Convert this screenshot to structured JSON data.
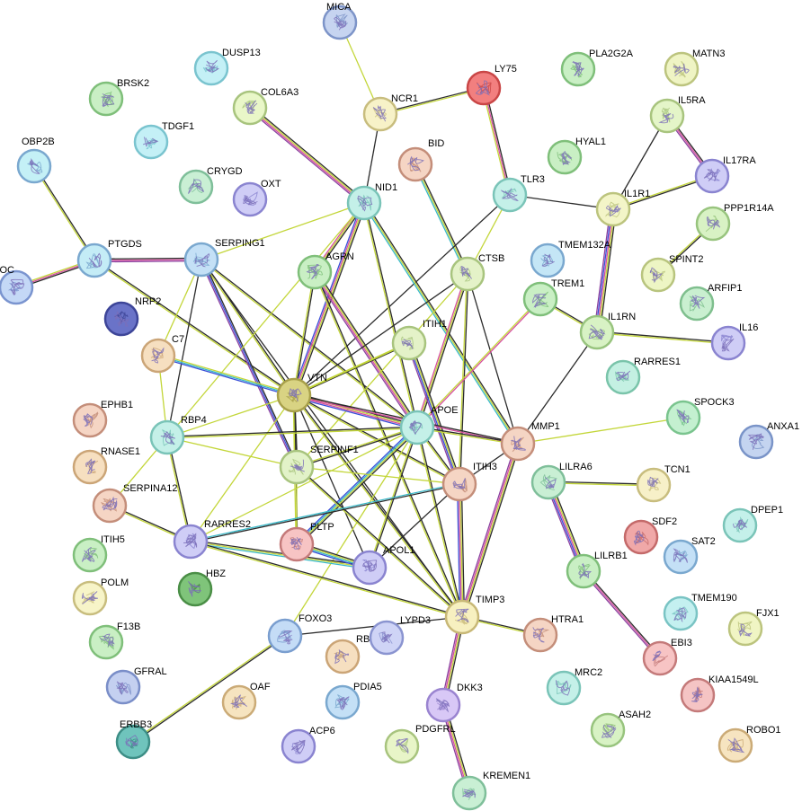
{
  "edge_colors": {
    "black": "#2b2b2b",
    "yellow": "#c3d639",
    "pink": "#d6509e",
    "blue": "#3a4fd8",
    "cyan": "#38b8c8",
    "purple": "#8a3f9e"
  },
  "nodes": [
    {
      "id": "MICA",
      "fill": "#c6d4f0",
      "ring": "#7d94c8"
    },
    {
      "id": "DUSP13",
      "fill": "#c4f0f6",
      "ring": "#7ac4cf"
    },
    {
      "id": "BRSK2",
      "fill": "#c9efc4",
      "ring": "#7fbf7a"
    },
    {
      "id": "COL6A3",
      "fill": "#e9f7c8",
      "ring": "#a8c47e"
    },
    {
      "id": "LY75",
      "fill": "#f27f7f",
      "ring": "#c94646"
    },
    {
      "id": "PLA2G2A",
      "fill": "#c9efc4",
      "ring": "#7fbf7a"
    },
    {
      "id": "MATN3",
      "fill": "#eff4c4",
      "ring": "#bcc47e"
    },
    {
      "id": "NCR1",
      "fill": "#f7f2c8",
      "ring": "#c8bd7e"
    },
    {
      "id": "TDGF1",
      "fill": "#c4f0f6",
      "ring": "#7ac4cf"
    },
    {
      "id": "IL5RA",
      "fill": "#e4f5c8",
      "ring": "#a8c47e"
    },
    {
      "id": "OBP2B",
      "fill": "#c4f0f6",
      "ring": "#7aa8cf"
    },
    {
      "id": "BID",
      "fill": "#f5d5c4",
      "ring": "#c48e7a"
    },
    {
      "id": "HYAL1",
      "fill": "#c9efc4",
      "ring": "#7fbf7a"
    },
    {
      "id": "IL17RA",
      "fill": "#cfcdf6",
      "ring": "#8a84d0"
    },
    {
      "id": "CRYGD",
      "fill": "#c9efd4",
      "ring": "#7fbf9a"
    },
    {
      "id": "OXT",
      "fill": "#cfcdf6",
      "ring": "#8a84d0"
    },
    {
      "id": "NID1",
      "fill": "#c4f0e8",
      "ring": "#7ac4b8"
    },
    {
      "id": "TLR3",
      "fill": "#c4f0e8",
      "ring": "#7ac4b8"
    },
    {
      "id": "IL1R1",
      "fill": "#f3f5c8",
      "ring": "#bcc47e"
    },
    {
      "id": "PPP1R14A",
      "fill": "#d8f2c4",
      "ring": "#98c47e"
    },
    {
      "id": "PTGDS",
      "fill": "#c4ecf6",
      "ring": "#7aa8cf"
    },
    {
      "id": "SERPING1",
      "fill": "#c4e0f6",
      "ring": "#7aa8cf"
    },
    {
      "id": "TMEM132A",
      "fill": "#c4e6f6",
      "ring": "#7aa8cf"
    },
    {
      "id": "SPINT2",
      "fill": "#edf5c4",
      "ring": "#b8c47e"
    },
    {
      "id": "AGRN",
      "fill": "#c9efc4",
      "ring": "#7fbf7a"
    },
    {
      "id": "CTSB",
      "fill": "#e4f2c8",
      "ring": "#a8c47e"
    },
    {
      "id": "MYOC",
      "fill": "#c4d8f6",
      "ring": "#7a94cf"
    },
    {
      "id": "ARFIP1",
      "fill": "#c9efd0",
      "ring": "#7fbf8e"
    },
    {
      "id": "TREM1",
      "fill": "#c9efc4",
      "ring": "#7fbf7a"
    },
    {
      "id": "NRP2",
      "fill": "#6a73c8",
      "ring": "#3d4598"
    },
    {
      "id": "IL1RN",
      "fill": "#d8f2c4",
      "ring": "#98c47e"
    },
    {
      "id": "ITIH1",
      "fill": "#e4f2c8",
      "ring": "#a8c47e"
    },
    {
      "id": "IL16",
      "fill": "#cfcdf6",
      "ring": "#8a84d0"
    },
    {
      "id": "C7",
      "fill": "#f6dfc0",
      "ring": "#cba577"
    },
    {
      "id": "RARRES1",
      "fill": "#c4f0e2",
      "ring": "#7ac4aa"
    },
    {
      "id": "VTN",
      "fill": "#d9d383",
      "ring": "#a8a04a"
    },
    {
      "id": "EPHB1",
      "fill": "#f5d5c4",
      "ring": "#c48e7a"
    },
    {
      "id": "SPOCK3",
      "fill": "#c4f0d0",
      "ring": "#7ac48e"
    },
    {
      "id": "APOE",
      "fill": "#c4f0e8",
      "ring": "#7ac4b8"
    },
    {
      "id": "RBP4",
      "fill": "#c4f0e8",
      "ring": "#7ac4b8"
    },
    {
      "id": "MMP1",
      "fill": "#f5d5c4",
      "ring": "#c48e7a"
    },
    {
      "id": "ANXA1",
      "fill": "#c4d4f0",
      "ring": "#7a94c8"
    },
    {
      "id": "RNASE1",
      "fill": "#f6dfc0",
      "ring": "#cba577"
    },
    {
      "id": "SERPINF1",
      "fill": "#e2f2c8",
      "ring": "#a8c47e"
    },
    {
      "id": "TCN1",
      "fill": "#f7f0c8",
      "ring": "#c8bd7e"
    },
    {
      "id": "LILRA6",
      "fill": "#c9efd4",
      "ring": "#7fbf9a"
    },
    {
      "id": "ITIH3",
      "fill": "#f5d5c4",
      "ring": "#c48e7a"
    },
    {
      "id": "SERPINA12",
      "fill": "#f5d5c4",
      "ring": "#c48e7a"
    },
    {
      "id": "DPEP1",
      "fill": "#c4f0ea",
      "ring": "#7ac4b8"
    },
    {
      "id": "SDF2",
      "fill": "#f0a8a8",
      "ring": "#c46a6a"
    },
    {
      "id": "ITIH5",
      "fill": "#c9efc4",
      "ring": "#7fbf7a"
    },
    {
      "id": "RARRES2",
      "fill": "#cfcdf6",
      "ring": "#8a84d0"
    },
    {
      "id": "SAT2",
      "fill": "#c4e0f6",
      "ring": "#7aa8cf"
    },
    {
      "id": "PLTP",
      "fill": "#f7c4c4",
      "ring": "#c47a7a"
    },
    {
      "id": "APOL1",
      "fill": "#cfcdf6",
      "ring": "#8a84d0"
    },
    {
      "id": "LILRB1",
      "fill": "#c9efc4",
      "ring": "#7fbf7a"
    },
    {
      "id": "HBZ",
      "fill": "#7fc47a",
      "ring": "#4a8e46"
    },
    {
      "id": "POLM",
      "fill": "#f7f4c8",
      "ring": "#c8bd7e"
    },
    {
      "id": "TMEM190",
      "fill": "#c4f0f0",
      "ring": "#7ac4c4"
    },
    {
      "id": "FJX1",
      "fill": "#f0f5c4",
      "ring": "#bcc47e"
    },
    {
      "id": "F13B",
      "fill": "#c9efc4",
      "ring": "#7fbf7a"
    },
    {
      "id": "FOXO3",
      "fill": "#c4dcf6",
      "ring": "#7a9ecf"
    },
    {
      "id": "TIMP3",
      "fill": "#f7f0c0",
      "ring": "#c8b877"
    },
    {
      "id": "HTRA1",
      "fill": "#f5d5c4",
      "ring": "#c48e7a"
    },
    {
      "id": "LYPD3",
      "fill": "#cfd4f6",
      "ring": "#8a94d0"
    },
    {
      "id": "RB",
      "fill": "#f6dfc0",
      "ring": "#cba577"
    },
    {
      "id": "EBI3",
      "fill": "#f7c4c4",
      "ring": "#c47a7a"
    },
    {
      "id": "GFRAL",
      "fill": "#c4d0f0",
      "ring": "#7a8ec8"
    },
    {
      "id": "KIAA1549L",
      "fill": "#f5c4c4",
      "ring": "#c47a7a"
    },
    {
      "id": "MRC2",
      "fill": "#c4f0e8",
      "ring": "#7ac4b8"
    },
    {
      "id": "OAF",
      "fill": "#f6e4c0",
      "ring": "#cbab77"
    },
    {
      "id": "PDIA5",
      "fill": "#c4e0f6",
      "ring": "#7aa8cf"
    },
    {
      "id": "DKK3",
      "fill": "#d8c8f6",
      "ring": "#9a84d0"
    },
    {
      "id": "ASAH2",
      "fill": "#d8f2c4",
      "ring": "#98c47e"
    },
    {
      "id": "ERBB3",
      "fill": "#6fc4bc",
      "ring": "#3d8e86"
    },
    {
      "id": "ACP6",
      "fill": "#cfcdf6",
      "ring": "#8a84d0"
    },
    {
      "id": "PDGFRL",
      "fill": "#e8f5c8",
      "ring": "#a8c47e"
    },
    {
      "id": "ROBO1",
      "fill": "#f6e4c0",
      "ring": "#cbab77"
    },
    {
      "id": "KREMEN1",
      "fill": "#c9efd4",
      "ring": "#7fbf9a"
    }
  ],
  "edges": [
    {
      "a": "MICA",
      "b": "NCR1",
      "colors": [
        "yellow"
      ]
    },
    {
      "a": "NCR1",
      "b": "LY75",
      "colors": [
        "black",
        "yellow"
      ]
    },
    {
      "a": "NCR1",
      "b": "NID1",
      "colors": [
        "black"
      ]
    },
    {
      "a": "LY75",
      "b": "TLR3",
      "colors": [
        "black",
        "pink",
        "yellow"
      ]
    },
    {
      "a": "COL6A3",
      "b": "NID1",
      "colors": [
        "black",
        "yellow",
        "pink",
        "purple"
      ]
    },
    {
      "a": "BID",
      "b": "CTSB",
      "colors": [
        "black",
        "yellow",
        "cyan"
      ]
    },
    {
      "a": "IL5RA",
      "b": "IL1R1",
      "colors": [
        "black"
      ]
    },
    {
      "a": "IL5RA",
      "b": "IL17RA",
      "colors": [
        "black",
        "pink",
        "purple"
      ]
    },
    {
      "a": "IL17RA",
      "b": "IL1R1",
      "colors": [
        "black",
        "yellow"
      ]
    },
    {
      "a": "TLR3",
      "b": "IL1R1",
      "colors": [
        "black"
      ]
    },
    {
      "a": "TLR3",
      "b": "CTSB",
      "colors": [
        "yellow"
      ]
    },
    {
      "a": "TLR3",
      "b": "VTN",
      "colors": [
        "black"
      ]
    },
    {
      "a": "IL1R1",
      "b": "IL1RN",
      "colors": [
        "black",
        "yellow",
        "pink",
        "blue",
        "purple"
      ]
    },
    {
      "a": "PPP1R14A",
      "b": "SPINT2",
      "colors": [
        "black",
        "yellow"
      ]
    },
    {
      "a": "OBP2B",
      "b": "PTGDS",
      "colors": [
        "black",
        "yellow"
      ]
    },
    {
      "a": "PTGDS",
      "b": "MYOC",
      "colors": [
        "black",
        "pink",
        "yellow"
      ]
    },
    {
      "a": "PTGDS",
      "b": "SERPING1",
      "colors": [
        "black",
        "pink",
        "purple"
      ]
    },
    {
      "a": "PTGDS",
      "b": "VTN",
      "colors": [
        "black",
        "yellow"
      ]
    },
    {
      "a": "SERPING1",
      "b": "NID1",
      "colors": [
        "yellow"
      ]
    },
    {
      "a": "SERPING1",
      "b": "VTN",
      "colors": [
        "black",
        "yellow"
      ]
    },
    {
      "a": "SERPING1",
      "b": "C7",
      "colors": [
        "yellow"
      ]
    },
    {
      "a": "SERPING1",
      "b": "RBP4",
      "colors": [
        "black"
      ]
    },
    {
      "a": "SERPING1",
      "b": "SERPINF1",
      "colors": [
        "black",
        "blue",
        "purple"
      ]
    },
    {
      "a": "SERPING1",
      "b": "APOE",
      "colors": [
        "black",
        "yellow"
      ]
    },
    {
      "a": "SERPING1",
      "b": "TIMP3",
      "colors": [
        "black"
      ]
    },
    {
      "a": "NID1",
      "b": "AGRN",
      "colors": [
        "black",
        "yellow",
        "pink"
      ]
    },
    {
      "a": "NID1",
      "b": "VTN",
      "colors": [
        "black",
        "yellow",
        "pink",
        "blue"
      ]
    },
    {
      "a": "NID1",
      "b": "MMP1",
      "colors": [
        "black",
        "yellow",
        "cyan"
      ]
    },
    {
      "a": "NID1",
      "b": "RBP4",
      "colors": [
        "yellow"
      ]
    },
    {
      "a": "NID1",
      "b": "APOE",
      "colors": [
        "black",
        "yellow"
      ]
    },
    {
      "a": "AGRN",
      "b": "VTN",
      "colors": [
        "black",
        "yellow"
      ]
    },
    {
      "a": "AGRN",
      "b": "APOE",
      "colors": [
        "black",
        "yellow",
        "pink",
        "purple"
      ]
    },
    {
      "a": "AGRN",
      "b": "TIMP3",
      "colors": [
        "black",
        "yellow"
      ]
    },
    {
      "a": "CTSB",
      "b": "VTN",
      "colors": [
        "black"
      ]
    },
    {
      "a": "CTSB",
      "b": "APOE",
      "colors": [
        "black",
        "yellow",
        "pink"
      ]
    },
    {
      "a": "CTSB",
      "b": "MMP1",
      "colors": [
        "black"
      ]
    },
    {
      "a": "CTSB",
      "b": "ITIH3",
      "colors": [
        "black",
        "yellow"
      ]
    },
    {
      "a": "CTSB",
      "b": "SERPINF1",
      "colors": [
        "yellow"
      ]
    },
    {
      "a": "TREM1",
      "b": "IL1RN",
      "colors": [
        "black",
        "yellow"
      ]
    },
    {
      "a": "TREM1",
      "b": "APOE",
      "colors": [
        "pink",
        "yellow"
      ]
    },
    {
      "a": "IL1RN",
      "b": "IL16",
      "colors": [
        "black",
        "yellow"
      ]
    },
    {
      "a": "IL1RN",
      "b": "MMP1",
      "colors": [
        "black"
      ]
    },
    {
      "a": "ITIH1",
      "b": "VTN",
      "colors": [
        "black",
        "yellow"
      ]
    },
    {
      "a": "ITIH1",
      "b": "ITIH3",
      "colors": [
        "black",
        "yellow",
        "blue",
        "purple"
      ]
    },
    {
      "a": "C7",
      "b": "VTN",
      "colors": [
        "yellow",
        "cyan",
        "blue"
      ]
    },
    {
      "a": "C7",
      "b": "RBP4",
      "colors": [
        "yellow"
      ]
    },
    {
      "a": "VTN",
      "b": "RBP4",
      "colors": [
        "yellow"
      ]
    },
    {
      "a": "VTN",
      "b": "APOE",
      "colors": [
        "black",
        "yellow",
        "pink",
        "blue"
      ]
    },
    {
      "a": "VTN",
      "b": "SERPINF1",
      "colors": [
        "black",
        "yellow"
      ]
    },
    {
      "a": "VTN",
      "b": "ITIH3",
      "colors": [
        "black",
        "yellow"
      ]
    },
    {
      "a": "VTN",
      "b": "TIMP3",
      "colors": [
        "black",
        "yellow"
      ]
    },
    {
      "a": "VTN",
      "b": "PLTP",
      "colors": [
        "black",
        "yellow"
      ]
    },
    {
      "a": "VTN",
      "b": "APOL1",
      "colors": [
        "black"
      ]
    },
    {
      "a": "VTN",
      "b": "RARRES2",
      "colors": [
        "yellow"
      ]
    },
    {
      "a": "VTN",
      "b": "MMP1",
      "colors": [
        "black",
        "pink"
      ]
    },
    {
      "a": "VTN",
      "b": "ITIH1",
      "colors": [
        "yellow"
      ]
    },
    {
      "a": "RBP4",
      "b": "APOE",
      "colors": [
        "black",
        "yellow"
      ]
    },
    {
      "a": "RBP4",
      "b": "SERPINA12",
      "colors": [
        "yellow"
      ]
    },
    {
      "a": "RBP4",
      "b": "RARRES2",
      "colors": [
        "black",
        "yellow"
      ]
    },
    {
      "a": "RBP4",
      "b": "SERPINF1",
      "colors": [
        "yellow"
      ]
    },
    {
      "a": "APOE",
      "b": "MMP1",
      "colors": [
        "black",
        "yellow"
      ]
    },
    {
      "a": "APOE",
      "b": "SERPINF1",
      "colors": [
        "black",
        "yellow"
      ]
    },
    {
      "a": "APOE",
      "b": "ITIH3",
      "colors": [
        "black",
        "yellow"
      ]
    },
    {
      "a": "APOE",
      "b": "PLTP",
      "colors": [
        "black",
        "yellow",
        "cyan",
        "blue"
      ]
    },
    {
      "a": "APOE",
      "b": "APOL1",
      "colors": [
        "black",
        "yellow"
      ]
    },
    {
      "a": "APOE",
      "b": "TIMP3",
      "colors": [
        "black",
        "yellow"
      ]
    },
    {
      "a": "APOE",
      "b": "RARRES2",
      "colors": [
        "yellow"
      ]
    },
    {
      "a": "APOE",
      "b": "FOXO3",
      "colors": [
        "yellow"
      ]
    },
    {
      "a": "MMP1",
      "b": "SPOCK3",
      "colors": [
        "yellow"
      ]
    },
    {
      "a": "MMP1",
      "b": "TIMP3",
      "colors": [
        "black",
        "yellow",
        "pink",
        "purple"
      ]
    },
    {
      "a": "MMP1",
      "b": "ITIH3",
      "colors": [
        "black"
      ]
    },
    {
      "a": "SERPINF1",
      "b": "TIMP3",
      "colors": [
        "black",
        "yellow"
      ]
    },
    {
      "a": "SERPINF1",
      "b": "PLTP",
      "colors": [
        "yellow"
      ]
    },
    {
      "a": "SERPINF1",
      "b": "ITIH3",
      "colors": [
        "yellow"
      ]
    },
    {
      "a": "LILRA6",
      "b": "TCN1",
      "colors": [
        "black",
        "yellow"
      ]
    },
    {
      "a": "LILRA6",
      "b": "LILRB1",
      "colors": [
        "black",
        "yellow",
        "pink",
        "blue",
        "purple"
      ]
    },
    {
      "a": "ITIH3",
      "b": "TIMP3",
      "colors": [
        "black",
        "yellow",
        "pink",
        "blue"
      ]
    },
    {
      "a": "ITIH3",
      "b": "APOL1",
      "colors": [
        "black"
      ]
    },
    {
      "a": "ITIH3",
      "b": "RARRES2",
      "colors": [
        "black",
        "cyan"
      ]
    },
    {
      "a": "SERPINA12",
      "b": "RARRES2",
      "colors": [
        "black",
        "yellow"
      ]
    },
    {
      "a": "RARRES2",
      "b": "APOL1",
      "colors": [
        "black",
        "yellow",
        "cyan"
      ]
    },
    {
      "a": "RARRES2",
      "b": "TIMP3",
      "colors": [
        "black",
        "yellow"
      ]
    },
    {
      "a": "PLTP",
      "b": "APOL1",
      "colors": [
        "black",
        "yellow",
        "cyan",
        "blue"
      ]
    },
    {
      "a": "LILRB1",
      "b": "EBI3",
      "colors": [
        "black",
        "pink",
        "purple"
      ]
    },
    {
      "a": "FOXO3",
      "b": "ERBB3",
      "colors": [
        "black",
        "yellow"
      ]
    },
    {
      "a": "FOXO3",
      "b": "TIMP3",
      "colors": [
        "black"
      ]
    },
    {
      "a": "TIMP3",
      "b": "HTRA1",
      "colors": [
        "black",
        "yellow"
      ]
    },
    {
      "a": "TIMP3",
      "b": "DKK3",
      "colors": [
        "black",
        "yellow",
        "pink",
        "purple"
      ]
    },
    {
      "a": "DKK3",
      "b": "KREMEN1",
      "colors": [
        "black",
        "yellow",
        "pink",
        "purple"
      ]
    }
  ]
}
